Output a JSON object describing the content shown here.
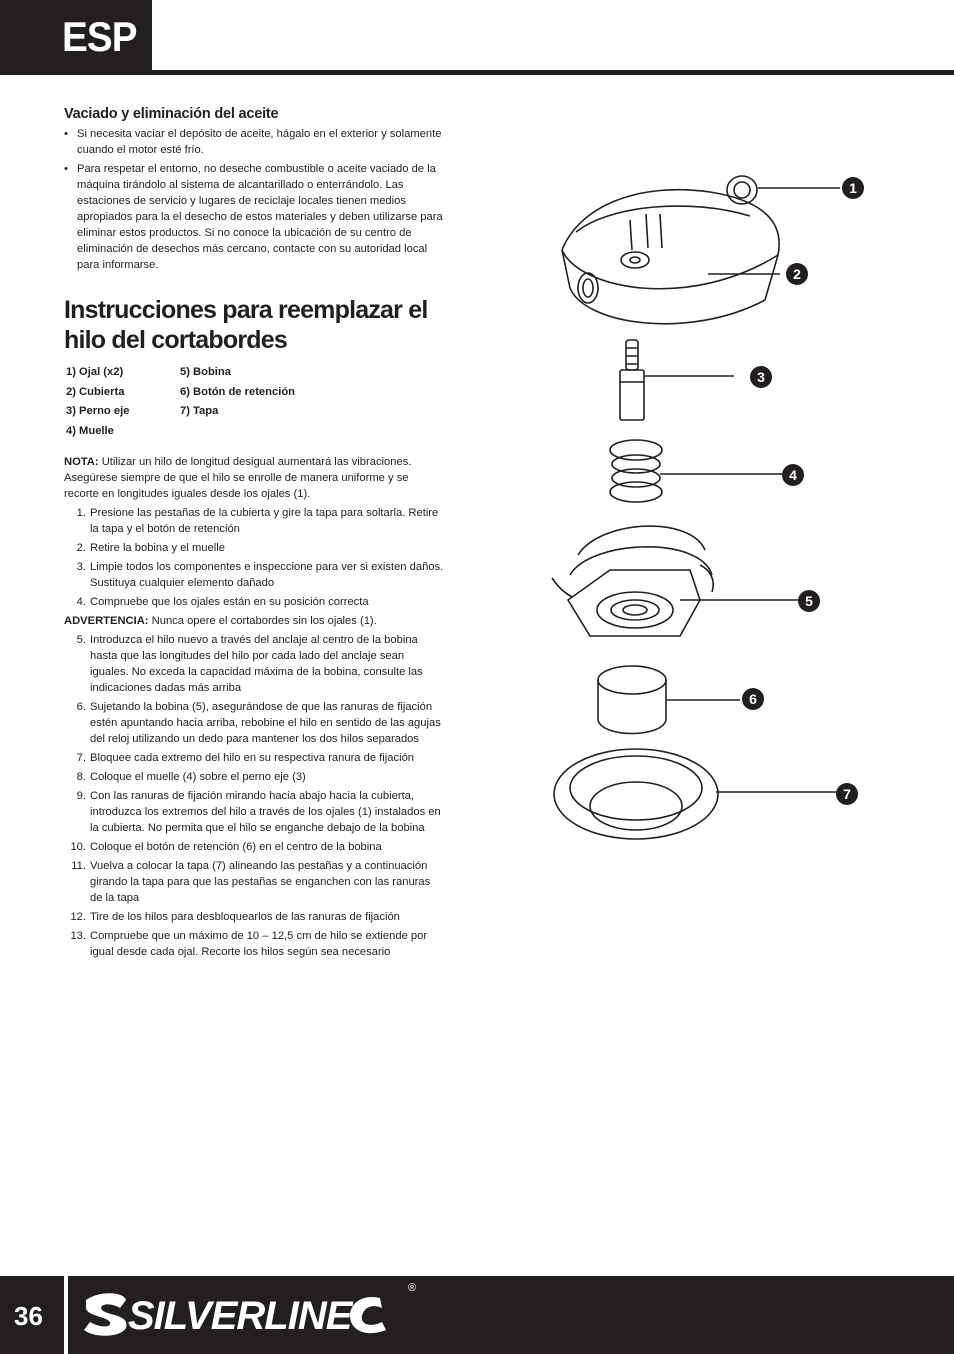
{
  "header": {
    "lang": "ESP"
  },
  "section1": {
    "title": "Vaciado y eliminación del aceite",
    "bullets": [
      "Si necesita vaciar el depósito de aceite, hágalo en el exterior y solamente cuando el motor esté frío.",
      "Para respetar el entorno, no deseche combustible o aceite vaciado de la máquina tirándolo al sistema de alcantarillado o enterrándolo. Las estaciones de servicio y lugares de reciclaje locales tienen medios apropiados para la el desecho de estos materiales y deben utilizarse para eliminar estos productos. Si no conoce la ubicación de su centro de eliminación de desechos más cercano, contacte con su autoridad local para informarse."
    ]
  },
  "section2": {
    "title_line1": "Instrucciones para reemplazar el",
    "title_line2": "hilo del cortabordes",
    "parts_col1": [
      "1) Ojal (x2)",
      "2) Cubierta",
      "3) Perno eje",
      "4) Muelle"
    ],
    "parts_col2": [
      "5) Bobina",
      "6) Botón de retención",
      "7) Tapa"
    ],
    "note_label": "NOTA:",
    "note_text": " Utilizar un hilo de longitud desigual aumentará las vibraciones. Asegúrese siempre de que el hilo se enrolle de manera uniforme y se recorte en longitudes iguales desde los ojales (1).",
    "steps_a": [
      {
        "n": "1.",
        "text": "Presione las pestañas de la cubierta y gire la tapa para soltarla. Retire la tapa y el botón de retención"
      },
      {
        "n": "2.",
        "text": "Retire la bobina y el muelle"
      },
      {
        "n": "3.",
        "text": "Limpie todos los componentes e inspeccione para ver si existen daños. Sustituya cualquier elemento dañado"
      },
      {
        "n": "4.",
        "text": "Compruebe que los ojales están en su posición correcta"
      }
    ],
    "warning_label": "ADVERTENCIA:",
    "warning_text": " Nunca opere el cortabordes sin los ojales (1).",
    "steps_b": [
      {
        "n": "5.",
        "text": "Introduzca el hilo nuevo a través del anclaje al centro de la bobina hasta que las longitudes del hilo por cada lado del anclaje sean iguales. No exceda la capacidad máxima de la bobina, consulte las indicaciones dadas más arriba"
      },
      {
        "n": "6.",
        "text": "Sujetando la bobina (5), asegurándose de que las ranuras de fijación estén apuntando hacia arriba, rebobine el hilo en sentido de las agujas del reloj utilizando un dedo para mantener los dos hilos separados"
      },
      {
        "n": "7.",
        "text": "Bloquee cada extremo del hilo en su respectiva ranura de fijación"
      },
      {
        "n": "8.",
        "text": "Coloque el muelle (4) sobre el perno eje (3)"
      },
      {
        "n": "9.",
        "text": "Con las ranuras de fijación mirando hacia abajo hacia la cubierta, introduzca los extremos del hilo a través de los ojales (1) instalados en la cubierta. No permita que el hilo se enganche debajo de la bobina"
      },
      {
        "n": "10.",
        "text": "Coloque el botón de retención (6) en el centro de la bobina"
      },
      {
        "n": "11.",
        "text": "Vuelva a colocar la tapa (7) alineando las pestañas y a continuación girando la tapa para que las pestañas se enganchen con las ranuras de la tapa"
      },
      {
        "n": "12.",
        "text": "Tire de los hilos para desbloquearlos de las ranuras de fijación"
      },
      {
        "n": "13.",
        "text": "Compruebe que un máximo de 10 – 12,5 cm de hilo se extiende por igual desde cada ojal. Recorte los hilos según sea necesario"
      }
    ]
  },
  "diagram": {
    "callouts": [
      "1",
      "2",
      "3",
      "4",
      "5",
      "6",
      "7"
    ]
  },
  "footer": {
    "page_number": "36",
    "brand": "SILVERLINE",
    "reg_mark": "®"
  }
}
